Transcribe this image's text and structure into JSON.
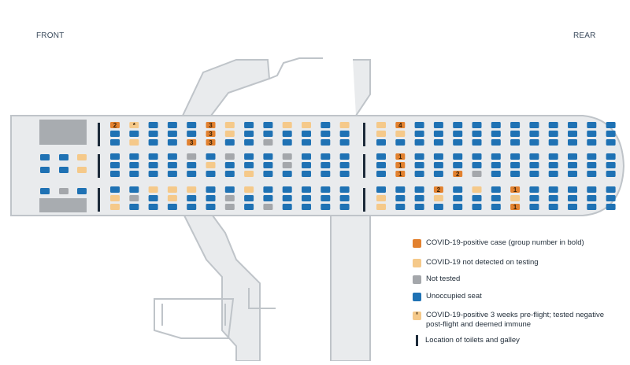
{
  "labels": {
    "front": "FRONT",
    "rear": "REAR"
  },
  "colors": {
    "positive": "#e2812f",
    "not_detected": "#f5c98a",
    "not_tested": "#a4a7ab",
    "unoccupied": "#1f72b4",
    "fuselage": "#e9ebed",
    "outline": "#bfc4c9",
    "galley": "#1d2b3a",
    "block": "#a8acb0"
  },
  "legend": [
    {
      "swatch": "positive",
      "text": "COVID-19-positive case (group number in bold)"
    },
    {
      "swatch": "not_detected",
      "text": "COVID-19 not detected on testing"
    },
    {
      "swatch": "not_tested",
      "text": "Not tested"
    },
    {
      "swatch": "unoccupied",
      "text": "Unoccupied seat"
    },
    {
      "swatch": "not_detected",
      "star": "*",
      "text": "COVID-19-positive  3 weeks pre-flight; tested negative post-flight and deemed immune"
    },
    {
      "swatch": "galley",
      "text": "Location of toilets and galley"
    }
  ],
  "seat_map": {
    "row_labels": [],
    "left_section": {
      "columns": [
        {
          "seats": [
            "P2",
            "U",
            "U",
            "",
            "U",
            "U",
            "U",
            "",
            "U",
            "N",
            "N"
          ]
        },
        {
          "seats": [
            "N*",
            "U",
            "N",
            "",
            "U",
            "U",
            "U",
            "",
            "U",
            "T",
            "U"
          ]
        },
        {
          "seats": [
            "U",
            "U",
            "U",
            "",
            "U",
            "U",
            "U",
            "",
            "N",
            "U",
            "U"
          ]
        },
        {
          "seats": [
            "U",
            "U",
            "U",
            "",
            "U",
            "U",
            "U",
            "",
            "N",
            "N",
            "U"
          ]
        },
        {
          "seats": [
            "U",
            "U",
            "P3",
            "",
            "T",
            "U",
            "U",
            "",
            "N",
            "U",
            "U"
          ]
        },
        {
          "seats": [
            "P3",
            "P3",
            "P3",
            "",
            "U",
            "N",
            "U",
            "",
            "U",
            "U",
            "U"
          ]
        },
        {
          "seats": [
            "N",
            "N",
            "U",
            "",
            "T",
            "U",
            "U",
            "",
            "U",
            "T",
            "T"
          ]
        },
        {
          "seats": [
            "U",
            "U",
            "U",
            "",
            "U",
            "U",
            "N",
            "",
            "N",
            "U",
            "U"
          ]
        },
        {
          "seats": [
            "U",
            "U",
            "T",
            "",
            "U",
            "U",
            "U",
            "",
            "U",
            "U",
            "T"
          ]
        },
        {
          "seats": [
            "N",
            "U",
            "U",
            "",
            "T",
            "T",
            "U",
            "",
            "U",
            "U",
            "U"
          ]
        },
        {
          "seats": [
            "N",
            "U",
            "U",
            "",
            "U",
            "U",
            "U",
            "",
            "U",
            "U",
            "U"
          ]
        },
        {
          "seats": [
            "U",
            "U",
            "U",
            "",
            "U",
            "U",
            "U",
            "",
            "U",
            "U",
            "U"
          ]
        },
        {
          "seats": [
            "N",
            "U",
            "U",
            "",
            "U",
            "U",
            "U",
            "",
            "U",
            "U",
            "U"
          ]
        }
      ]
    },
    "right_section": {
      "columns": [
        {
          "seats": [
            "N",
            "N",
            "U",
            "",
            "U",
            "U",
            "U",
            "",
            "U",
            "N",
            "N"
          ]
        },
        {
          "seats": [
            "P4",
            "N",
            "U",
            "",
            "P1",
            "P1",
            "P1",
            "",
            "U",
            "U",
            "U"
          ]
        },
        {
          "seats": [
            "U",
            "U",
            "U",
            "",
            "U",
            "U",
            "U",
            "",
            "U",
            "U",
            "U"
          ]
        },
        {
          "seats": [
            "U",
            "U",
            "U",
            "",
            "U",
            "U",
            "U",
            "",
            "P2",
            "N",
            "U"
          ]
        },
        {
          "seats": [
            "U",
            "U",
            "U",
            "",
            "U",
            "U",
            "P2",
            "",
            "U",
            "U",
            "U"
          ]
        },
        {
          "seats": [
            "U",
            "U",
            "U",
            "",
            "U",
            "U",
            "T",
            "",
            "N",
            "U",
            "U"
          ]
        },
        {
          "seats": [
            "U",
            "U",
            "U",
            "",
            "U",
            "U",
            "U",
            "",
            "U",
            "U",
            "U"
          ]
        },
        {
          "seats": [
            "U",
            "U",
            "U",
            "",
            "U",
            "U",
            "U",
            "",
            "P1",
            "N",
            "P1"
          ]
        },
        {
          "seats": [
            "U",
            "U",
            "U",
            "",
            "U",
            "U",
            "U",
            "",
            "U",
            "U",
            "U"
          ]
        },
        {
          "seats": [
            "U",
            "U",
            "U",
            "",
            "U",
            "U",
            "U",
            "",
            "U",
            "U",
            "U"
          ]
        },
        {
          "seats": [
            "U",
            "U",
            "U",
            "",
            "U",
            "U",
            "U",
            "",
            "U",
            "U",
            "U"
          ]
        },
        {
          "seats": [
            "U",
            "U",
            "U",
            "",
            "U",
            "U",
            "U",
            "",
            "U",
            "U",
            "U"
          ]
        },
        {
          "seats": [
            "U",
            "U",
            "U",
            "",
            "U",
            "U",
            "U",
            "",
            "U",
            "U",
            "U"
          ]
        }
      ]
    },
    "front_block": {
      "top_seats": [],
      "middle_seats": [
        "U",
        "U",
        "N",
        "",
        "U",
        "U",
        "N"
      ],
      "bottom_seats": [
        "U",
        "T",
        "U"
      ]
    }
  }
}
